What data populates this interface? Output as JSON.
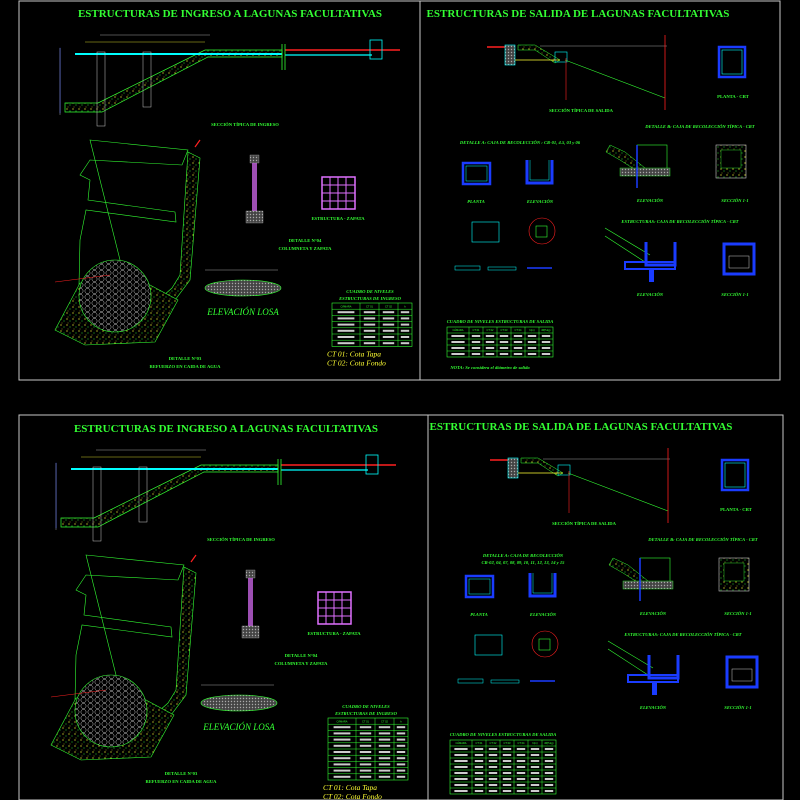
{
  "colors": {
    "background": "#000000",
    "frame": "#c8c8c8",
    "text": "#33ff33",
    "pipe": "#00ffff",
    "pressure_line": "#ff2020",
    "concrete": "#1a3cff",
    "rebar": "#e070ff",
    "dims": "#ffff33"
  },
  "sheets": [
    {
      "ingreso": {
        "title": "ESTRUCTURAS DE INGRESO A LAGUNAS FACULTATIVAS",
        "section_label": "SECCIÓN TÍPICA DE INGRESO",
        "detail4_title": "DETALLE N°04",
        "detail4_subtitle": "COLUMNETA Y ZAPATA",
        "zapata_label": "ESTRUCTURA - ZAPATA",
        "losa_title": "ELEVACIÓN LOSA",
        "detail3_title": "DETALLE N°03",
        "detail3_subtitle": "REFUERZO EN CAIDA DE AGUA",
        "table_title": [
          "CUADRO DE NIVELES",
          "ESTRUCTURAS DE INGRESO"
        ],
        "table_header": [
          "CÁMARA",
          "CT 01",
          "CT 02",
          "h"
        ],
        "table_rows": 6,
        "legend": [
          "CT 01: Cota Tapa",
          "CT 02: Cota Fondo"
        ]
      },
      "salida": {
        "title": "ESTRUCTURAS DE SALIDA DE LAGUNAS FACULTATIVAS",
        "section_label": "SECCIÓN TÍPICA DE SALIDA",
        "planta_crt": "PLANTA - CRT",
        "detail_a": [
          "DETALLE A: CAJA DE RECOLECCIÓN : CR-01, 4.5, 03 y 06",
          ""
        ],
        "detail_b": "DETALLE B: CAJA DE RECOLECCIÓN TÍPICA - CRT",
        "planta": "PLANTA",
        "elevacion": "ELEVACIÓN",
        "seccion": "SECCIÓN 1-1",
        "crt_structures": "ESTRUCTURAS: CAJA DE RECOLECCIÓN TÍPICA - CRT",
        "table_title": "CUADRO DE NIVELES ESTRUCTURAS DE SALIDA",
        "table_header": [
          "CÁMARA",
          "CT 01",
          "CT 02",
          "CT 03",
          "CT 04",
          "h(m)",
          "Ø(Pulg)"
        ],
        "table_rows": 4,
        "nota": "NOTA: Se considera el diámetro de salida"
      }
    },
    {
      "ingreso": {
        "title": "ESTRUCTURAS DE INGRESO A LAGUNAS FACULTATIVAS",
        "section_label": "SECCIÓN TÍPICA DE INGRESO",
        "detail4_title": "DETALLE N°04",
        "detail4_subtitle": "COLUMNETA Y ZAPATA",
        "zapata_label": "ESTRUCTURA - ZAPATA",
        "losa_title": "ELEVACIÓN LOSA",
        "detail3_title": "DETALLE N°03",
        "detail3_subtitle": "REFUERZO EN CAIDA DE AGUA",
        "table_title": [
          "CUADRO DE NIVELES",
          "ESTRUCTURAS DE INGRESO"
        ],
        "table_header": [
          "CÁMARA",
          "CT 01",
          "CT 02",
          "h"
        ],
        "table_rows": 9,
        "legend": [
          "CT 01: Cota Tapa",
          "CT 02: Cota Fondo"
        ]
      },
      "salida": {
        "title": "ESTRUCTURAS DE SALIDA DE LAGUNAS FACULTATIVAS",
        "section_label": "SECCIÓN TÍPICA DE SALIDA",
        "planta_crt": "PLANTA - CRT",
        "detail_a": [
          "DETALLE A: CAJA DE RECOLECCIÓN",
          "CR-02, 04, 07, 08, 09, 10, 11, 12, 13, 14 y 15"
        ],
        "detail_b": "DETALLE B: CAJA DE RECOLECCIÓN TÍPICA - CRT",
        "planta": "PLANTA",
        "elevacion": "ELEVACIÓN",
        "seccion": "SECCIÓN 1-1",
        "crt_structures": "ESTRUCTURAS: CAJA DE RECOLECCIÓN TÍPICA - CRT",
        "table_title": "CUADRO DE NIVELES ESTRUCTURAS DE SALIDA",
        "table_header": [
          "CÁMARA",
          "CT 01",
          "CT 02",
          "CT 03",
          "CT 04",
          "h(m)",
          "Ø(Pulg)"
        ],
        "table_rows": 8,
        "nota": ""
      }
    }
  ]
}
